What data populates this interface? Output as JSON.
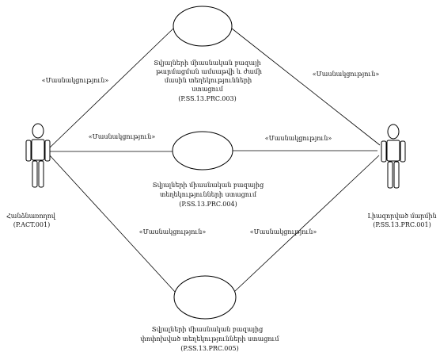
{
  "actors": [
    {
      "id": "left-actor",
      "name": "Հանձնառողով",
      "code": "(P.ACT.001)"
    },
    {
      "id": "right-actor",
      "name": "Լիազորված մարմին",
      "code": "(P.SS.13.PRC.001)"
    }
  ],
  "use_cases": [
    {
      "id": "uc-003",
      "lines": [
        "Տվյալների միասնական բազայի",
        "թարմացման ամսաթվի և ժամի",
        "մասին տեղեկությունների",
        "ստացում"
      ],
      "code": "(P.SS.13.PRC.003)"
    },
    {
      "id": "uc-004",
      "lines": [
        "Տվյալների միասնական բազայից",
        "տեղեկությունների ստացում"
      ],
      "code": "(P.SS.13.PRC.004)"
    },
    {
      "id": "uc-005",
      "lines": [
        "Տվյալների միասնական բազայից",
        "փոփոխված տեղեկությունների ստացում"
      ],
      "code": "(P.SS.13.PRC.005)"
    }
  ],
  "stereotype": "«Մասնակցություն»",
  "colors": {
    "line": "#000000",
    "text": "#111111",
    "background": "#ffffff"
  }
}
